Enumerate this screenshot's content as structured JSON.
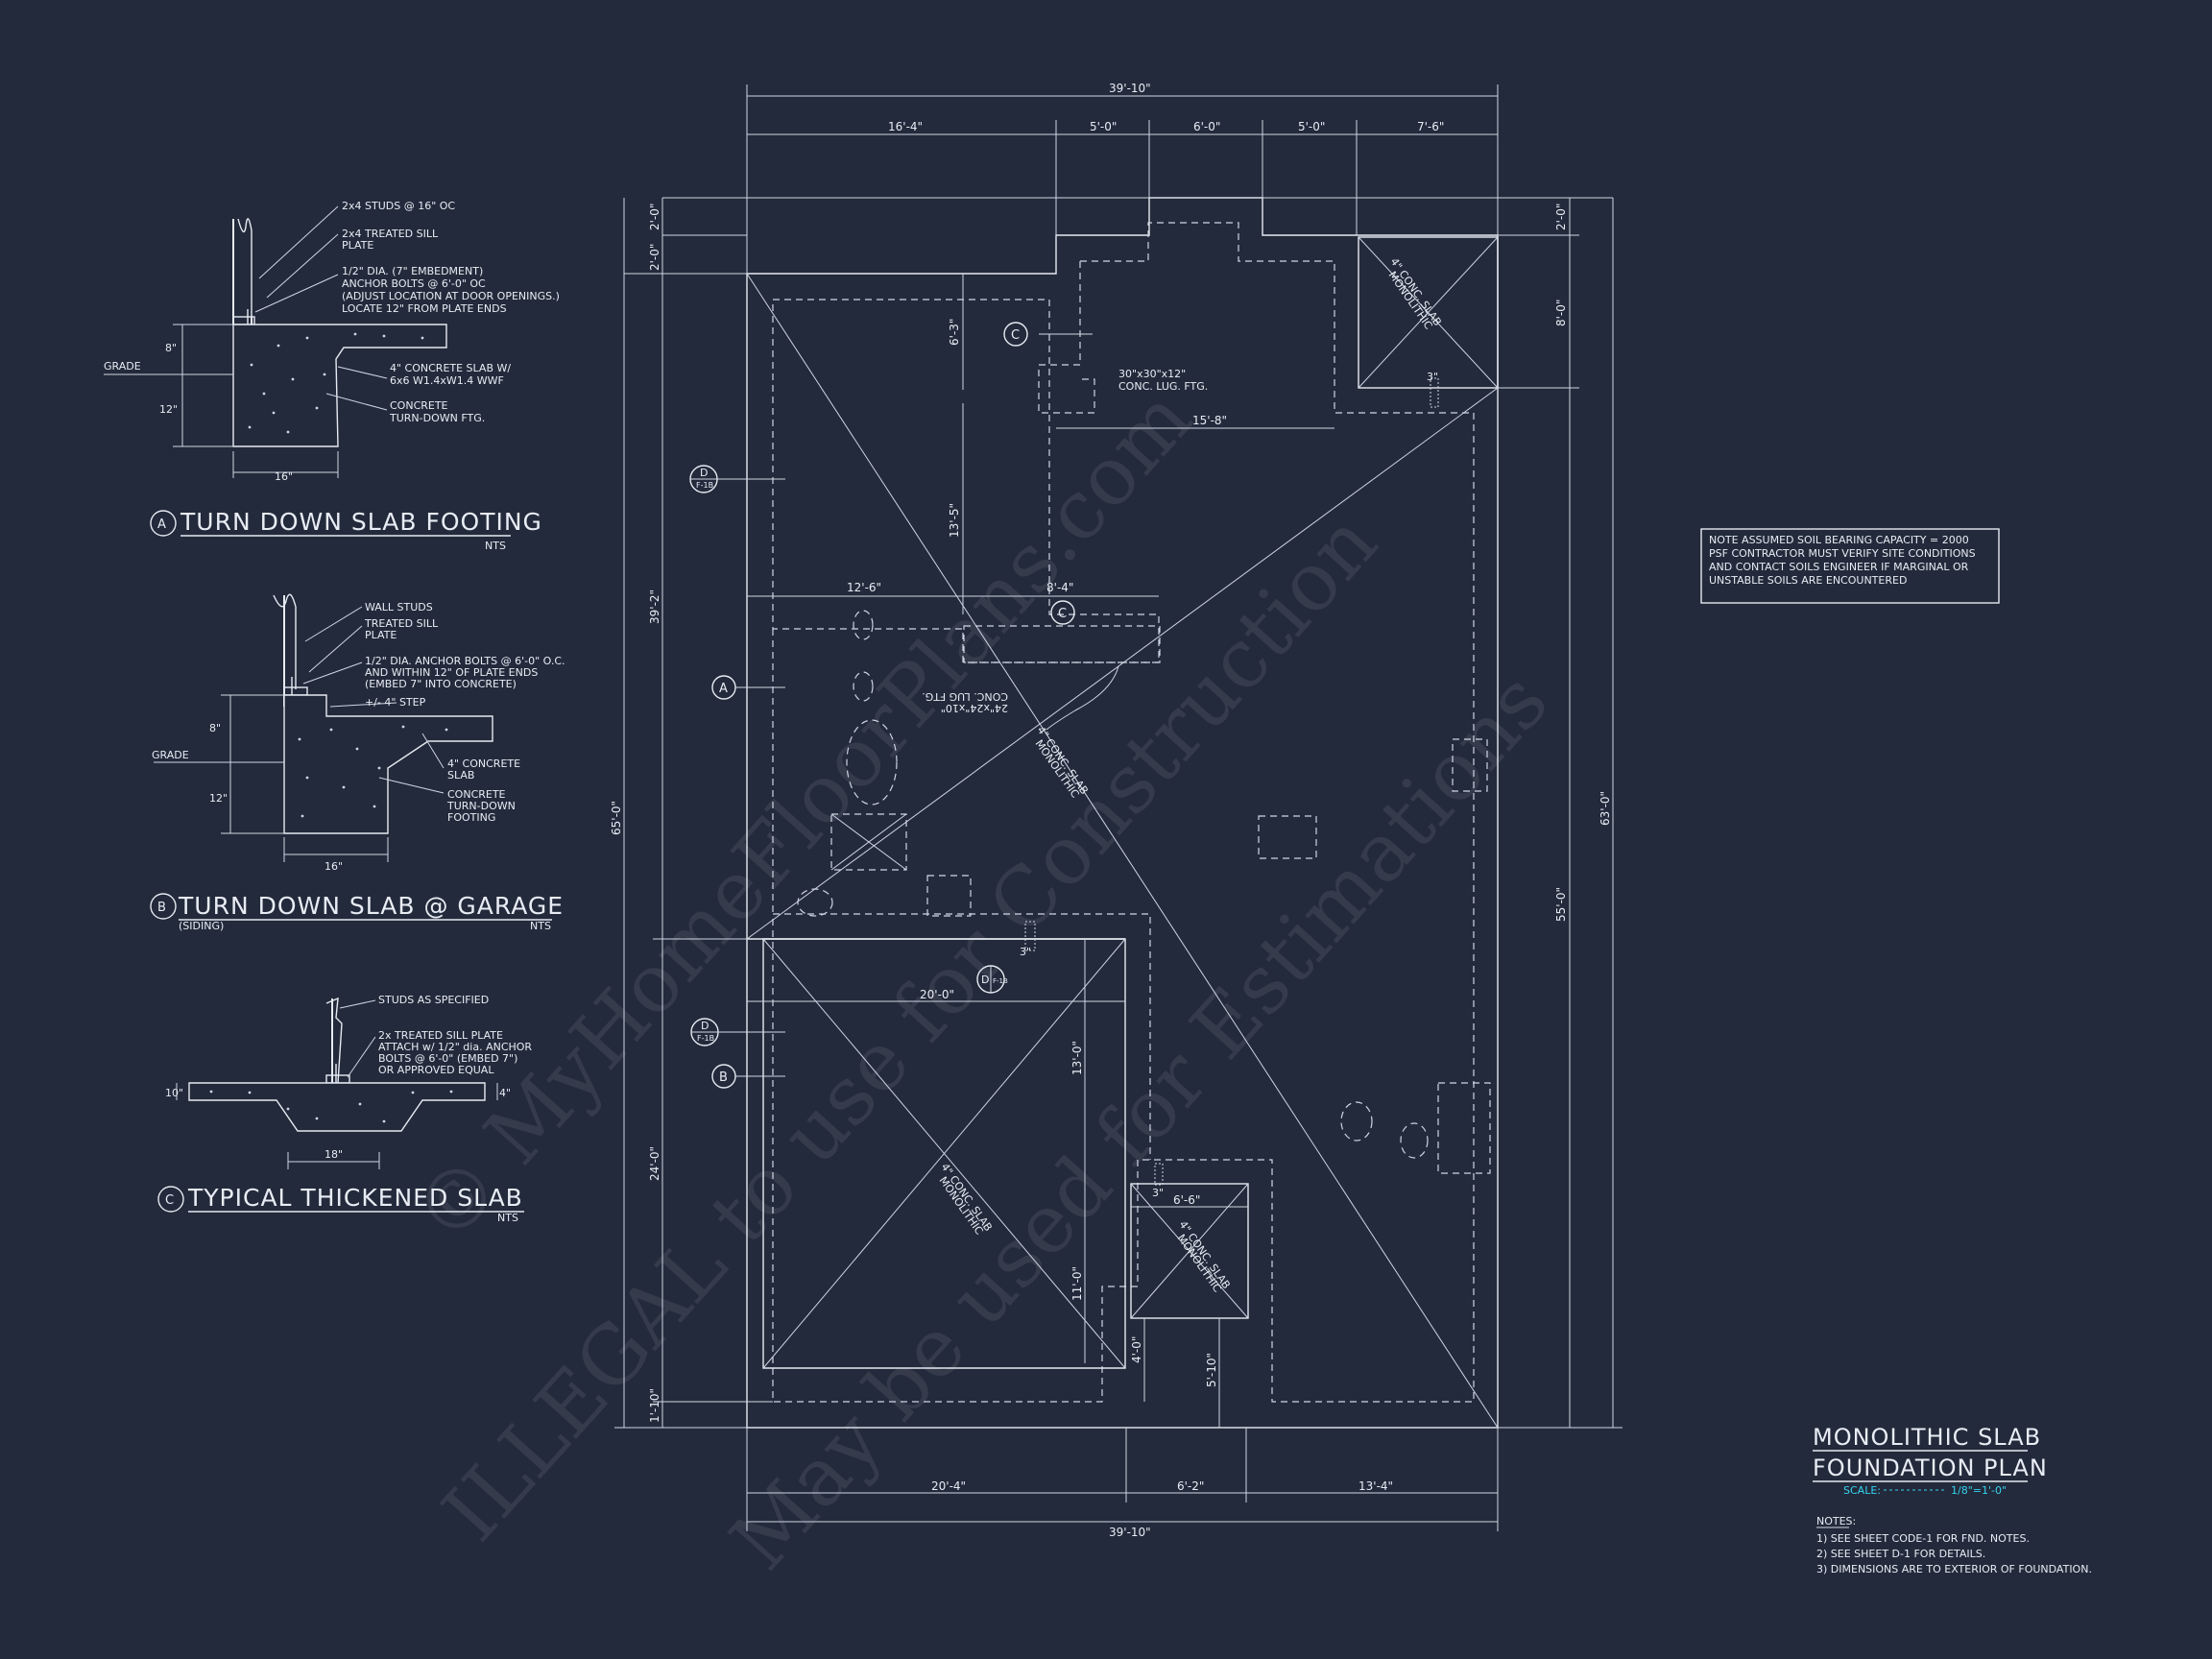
{
  "details": {
    "a": {
      "letter": "A",
      "title": "TURN DOWN SLAB FOOTING",
      "scale": "NTS",
      "notes": [
        "2x4 STUDS @ 16\" OC",
        "2x4 TREATED SILL",
        "PLATE",
        "1/2\" DIA. (7\" EMBEDMENT)",
        "ANCHOR BOLTS @ 6'-0\" OC",
        "(ADJUST LOCATION AT DOOR OPENINGS.)",
        "LOCATE 12\" FROM PLATE ENDS",
        "4\" CONCRETE SLAB W/",
        "6x6 W1.4xW1.4 WWF",
        "CONCRETE",
        "TURN-DOWN FTG."
      ],
      "grade": "GRADE",
      "dims": [
        "8\"",
        "12\"",
        "16\""
      ]
    },
    "b": {
      "letter": "B",
      "title": "TURN DOWN SLAB @ GARAGE",
      "subtitle": "(SIDING)",
      "scale": "NTS",
      "notes": [
        "WALL STUDS",
        "TREATED SILL",
        "PLATE",
        "1/2\" DIA. ANCHOR BOLTS @ 6'-0\" O.C.",
        "AND WITHIN 12\" OF PLATE ENDS",
        "(EMBED 7\" INTO CONCRETE)",
        "+/- 4\" STEP",
        "4\" CONCRETE",
        "SLAB",
        "CONCRETE",
        "TURN-DOWN",
        "FOOTING"
      ],
      "grade": "GRADE",
      "dims": [
        "8\"",
        "12\"",
        "16\""
      ]
    },
    "c": {
      "letter": "C",
      "title": "TYPICAL THICKENED SLAB",
      "scale": "NTS",
      "notes": [
        "STUDS AS SPECIFIED",
        "2x TREATED SILL PLATE",
        "ATTACH w/ 1/2\" dia. ANCHOR",
        "BOLTS @ 6'-0\" (EMBED 7\")",
        "OR APPROVED EQUAL"
      ],
      "dims": [
        "10\"",
        "4\"",
        "18\""
      ]
    }
  },
  "plan": {
    "dims_top": [
      "39'-10\"",
      "16'-4\"",
      "5'-0\"",
      "6'-0\"",
      "5'-0\"",
      "7'-6\""
    ],
    "dims_bottom": [
      "20'-4\"",
      "6'-2\"",
      "13'-4\"",
      "39'-10\""
    ],
    "dims_left": [
      "2'-0\"",
      "2'-0\"",
      "39'-2\"",
      "24'-0\"",
      "1'-10\"",
      "65'-0\""
    ],
    "dims_right": [
      "2'-0\"",
      "8'-0\"",
      "55'-0\"",
      "63'-0\""
    ],
    "dims_interior": [
      "6'-3\"",
      "13'-5\"",
      "12'-6\"",
      "8'-4\"",
      "15'-8\"",
      "20'-0\"",
      "13'-0\"",
      "11'-0\"",
      "6'-6\"",
      "4'-0\"",
      "5'-10\""
    ],
    "labels": {
      "lug_ftg_1": [
        "30\"x30\"x12\"",
        "CONC. LUG. FTG."
      ],
      "lug_ftg_2": [
        "24\"x24\"x10\"",
        "CONC. LUG FTG."
      ],
      "slab": [
        "4\" CONC. SLAB",
        "MONOLITHIC"
      ],
      "callout_c": "C",
      "callout_a": "A",
      "callout_b": "B",
      "callout_d": "D",
      "d_refs": [
        "F-1B",
        "F-1B",
        "F-1B"
      ],
      "step_mark": "3\""
    },
    "soil_note": [
      "NOTE ASSUMED SOIL BEARING CAPACITY = 2000",
      "PSF CONTRACTOR MUST VERIFY SITE CONDITIONS",
      "AND CONTACT SOILS ENGINEER IF MARGINAL OR",
      "UNSTABLE SOILS ARE ENCOUNTERED"
    ]
  },
  "title_block": {
    "line1": "MONOLITHIC SLAB",
    "line2": "FOUNDATION PLAN",
    "scale_label": "SCALE:",
    "scale_value": "1/8\"=1'-0\"",
    "notes_heading": "NOTES:",
    "notes": [
      "1) SEE SHEET CODE-1 FOR FND. NOTES.",
      "2) SEE SHEET D-1 FOR DETAILS.",
      "3) DIMENSIONS ARE TO EXTERIOR OF FOUNDATION."
    ]
  },
  "watermark": [
    "© MyHomeFloorPlans.com",
    "ILLEGAL to use for Construction",
    "May be used for Estimations"
  ],
  "colors": {
    "background": "#232a3b",
    "lines": "#e6eaf2",
    "accent": "#35d3f0"
  }
}
